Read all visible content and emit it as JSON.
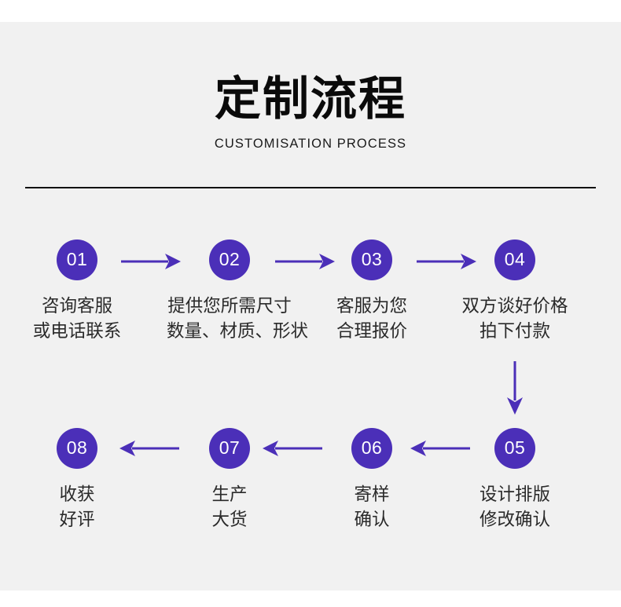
{
  "header": {
    "title": "定制流程",
    "subtitle": "CUSTOMISATION PROCESS"
  },
  "colors": {
    "background": "#ffffff",
    "panel": "#f1f1f1",
    "accent_purple": "#4b2fb8",
    "divider": "#111111",
    "title_text": "#0a0a0a",
    "label_text": "#2a2a2a",
    "circle_number_text": "#ffffff"
  },
  "flow": {
    "row1": [
      {
        "number": "01",
        "line1": "咨询客服",
        "line2": "或电话联系"
      },
      {
        "number": "02",
        "line1": "提供您所需尺寸",
        "line2": "数量、材质、形状"
      },
      {
        "number": "03",
        "line1": "客服为您",
        "line2": "合理报价"
      },
      {
        "number": "04",
        "line1": "双方谈好价格",
        "line2": "拍下付款"
      }
    ],
    "row2": [
      {
        "number": "08",
        "line1": "收获",
        "line2": "好评"
      },
      {
        "number": "07",
        "line1": "生产",
        "line2": "大货"
      },
      {
        "number": "06",
        "line1": "寄样",
        "line2": "确认"
      },
      {
        "number": "05",
        "line1": "设计排版",
        "line2": "修改确认"
      }
    ],
    "arrows": {
      "row1_direction": "right",
      "row2_direction": "left",
      "connector_direction": "down",
      "icon_right": "arrow-right-icon",
      "icon_left": "arrow-left-icon",
      "icon_down": "arrow-down-icon"
    }
  }
}
